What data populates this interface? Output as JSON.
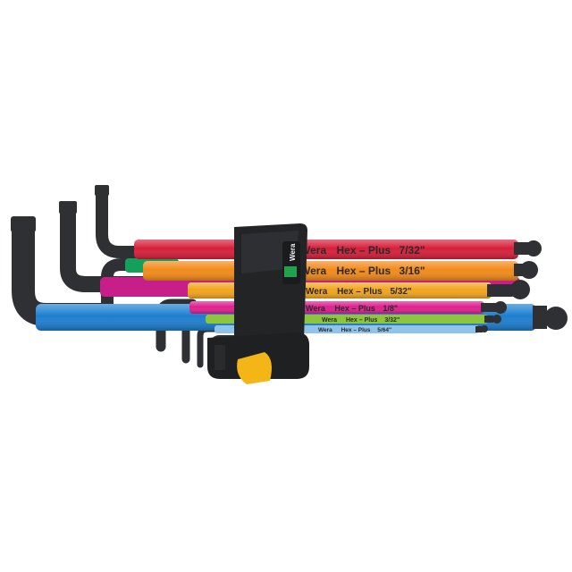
{
  "product": {
    "brand": "Wera",
    "holder_text": "Wera",
    "keys": [
      {
        "brand": "Wera",
        "line": "Hex – Plus",
        "size": "7/32\"",
        "color": "#d71f3a"
      },
      {
        "brand": "Wera",
        "line": "Hex – Plus",
        "size": "3/16\"",
        "color": "#f28a1a"
      },
      {
        "brand": "Wera",
        "line": "Hex – Plus",
        "size": "5/32\"",
        "color": "#f2a51e"
      },
      {
        "brand": "Wera",
        "line": "Hex – Plus",
        "size": "1/8\"",
        "color": "#e0208e"
      },
      {
        "brand": "Wera",
        "line": "Hex – Plus",
        "size": "3/32\"",
        "color": "#8cc63f"
      },
      {
        "brand": "Wera",
        "line": "Hex – Plus",
        "size": "5/64\"",
        "color": "#8fc3ea"
      }
    ],
    "extra_colors": {
      "green_key": "#12a05a",
      "blue_key": "#1d7fd0",
      "magenta_key": "#c81e8a",
      "black_oxide": "#2f3033",
      "holder": "#232426",
      "clip": "#f4b617"
    }
  }
}
